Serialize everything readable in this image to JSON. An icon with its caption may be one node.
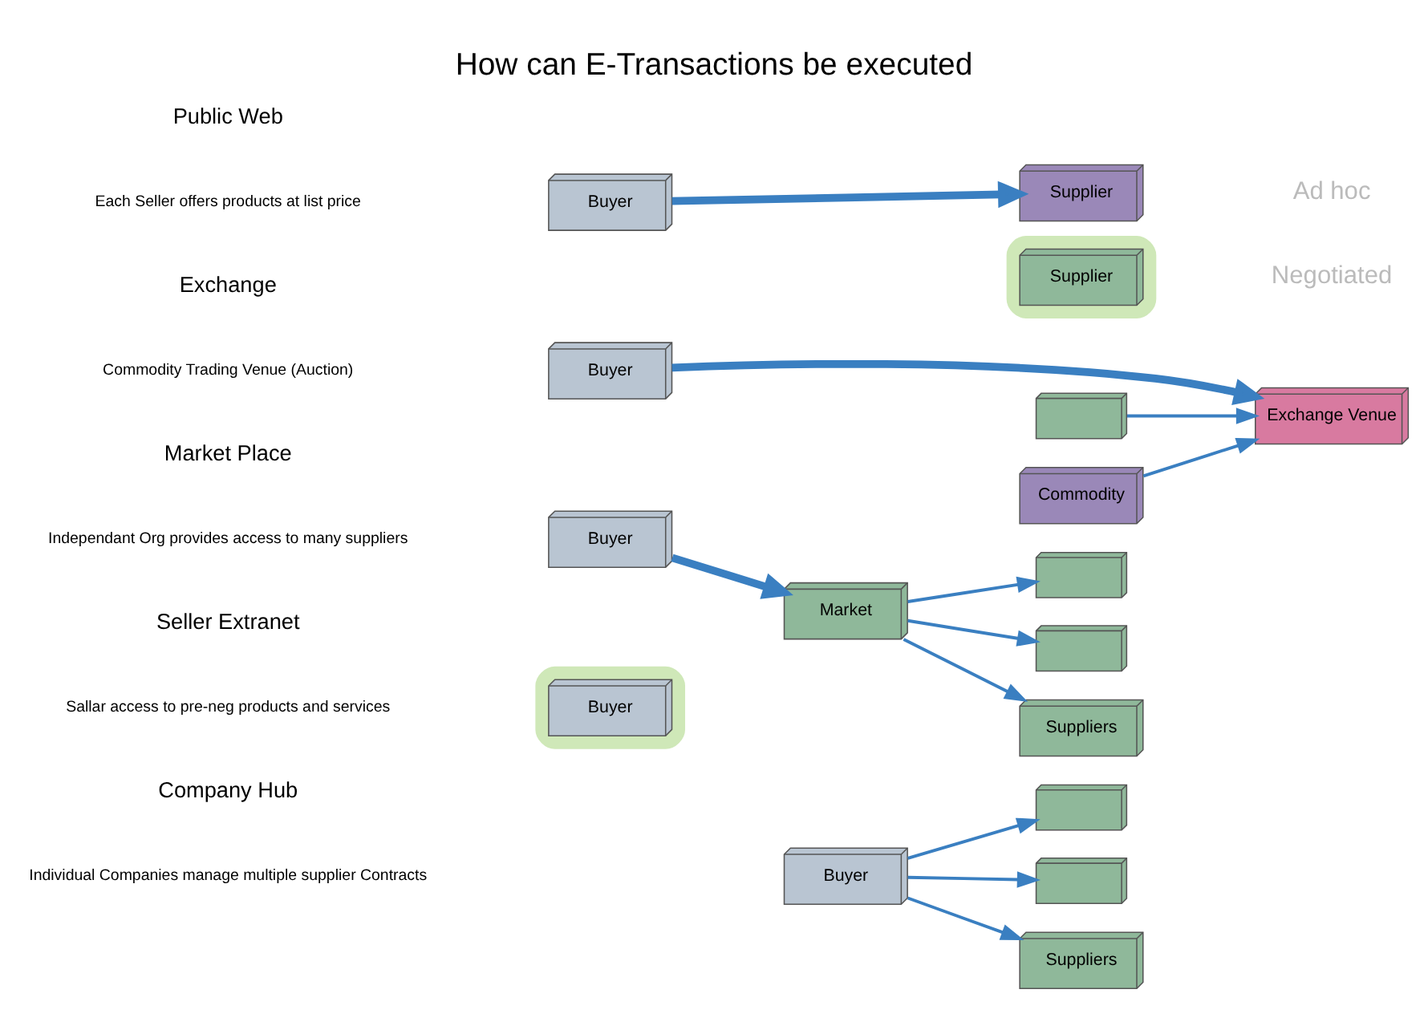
{
  "diagram": {
    "title": "How can E-Transactions be executed",
    "nodes": [
      {
        "text": [
          "Buyer"
        ]
      },
      {
        "text": [
          "Supplier"
        ]
      },
      {
        "text": [
          "Buyer"
        ]
      },
      {
        "text": [
          "Exchange Venue"
        ]
      },
      {
        "text": [],
        "shape": "box"
      },
      {
        "text": [
          "Commodity"
        ]
      },
      {
        "text": [
          "Buyer"
        ]
      },
      {
        "text": [
          "Market"
        ]
      },
      {
        "text": [],
        "shape": "box"
      },
      {
        "text": [],
        "shape": "box"
      },
      {
        "text": [
          "Suppliers"
        ]
      },
      {
        "text": [],
        "shape": "ellipse"
      },
      {
        "text": [
          "Buyer"
        ],
        "in": 11
      },
      {
        "text": [],
        "shape": "ellipse"
      },
      {
        "text": [
          "Supplier"
        ],
        "in": 13
      },
      {
        "text": [
          "Buyer"
        ]
      },
      {
        "text": [],
        "shape": "box"
      },
      {
        "text": [],
        "shape": "box"
      },
      {
        "text": [
          "Suppliers"
        ]
      }
    ],
    "edges": [
      {
        "from": 0,
        "to": 1,
        "arrow": "to",
        "style": "thick"
      },
      {
        "from": 2,
        "to": 3,
        "arrow": "to",
        "style": "thick"
      },
      {
        "from": 4,
        "to": 3,
        "arrow": "to"
      },
      {
        "from": 5,
        "to": 3,
        "arrow": "to"
      },
      {
        "from": 6,
        "to": 7,
        "arrow": "to",
        "style": "thick"
      },
      {
        "from": 7,
        "to": 8,
        "arrow": "to"
      },
      {
        "from": 7,
        "to": 9,
        "arrow": "to"
      },
      {
        "from": 7,
        "to": 10,
        "arrow": "to"
      },
      {
        "from": 15,
        "to": 16,
        "arrow": "to"
      },
      {
        "from": 15,
        "to": 17,
        "arrow": "to"
      },
      {
        "from": 15,
        "to": 18,
        "arrow": "to"
      }
    ],
    "labels": [
      "Public Web",
      "Each Seller offers products at list price",
      "Exchange",
      "Commodity Trading Venue (Auction)",
      "Market Place",
      "Independant Org provides access to many suppliers",
      "Seller Extranet",
      "Sallar access to pre-neg products and services",
      "Company Hub",
      "Individual Companies manage multiple supplier Contracts",
      "Ad hoc",
      "Negotiated"
    ]
  }
}
